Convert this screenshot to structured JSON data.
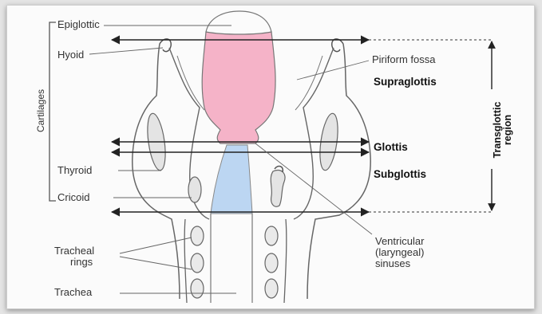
{
  "labels": {
    "epiglottic": "Epiglottic",
    "hyoid": "Hyoid",
    "cartilages": "Cartilages",
    "thyroid": "Thyroid",
    "cricoid": "Cricoid",
    "tracheal_rings_line1": "Tracheal",
    "tracheal_rings_line2": "rings",
    "trachea": "Trachea",
    "piriform_fossa": "Piriform fossa",
    "supraglottis": "Supraglottis",
    "glottis": "Glottis",
    "subglottis": "Subglottis",
    "transglottic_line1": "Transglottic",
    "transglottic_line2": "region",
    "ventricular_line1": "Ventricular",
    "ventricular_line2": "(laryngeal)",
    "ventricular_line3": "sinuses"
  },
  "colors": {
    "supraglottic_fill": "#f5b3c8",
    "subglottic_fill": "#bcd6f2",
    "outline": "#555555",
    "arrow": "#222222"
  }
}
